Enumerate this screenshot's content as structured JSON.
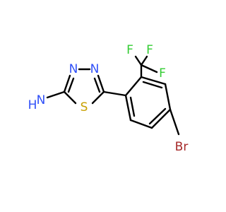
{
  "molecule": {
    "atoms": {
      "amine_n": "N",
      "amine_h": "H",
      "ring_n1": "N",
      "ring_n2": "N",
      "ring_s": "S",
      "f1": "F",
      "f2": "F",
      "f3": "F",
      "br": "Br"
    },
    "colors": {
      "bond": "#000000",
      "nitrogen": "#3050F8",
      "sulfur": "#C8A000",
      "fluorine": "#33CC33",
      "bromine": "#A62929"
    }
  }
}
